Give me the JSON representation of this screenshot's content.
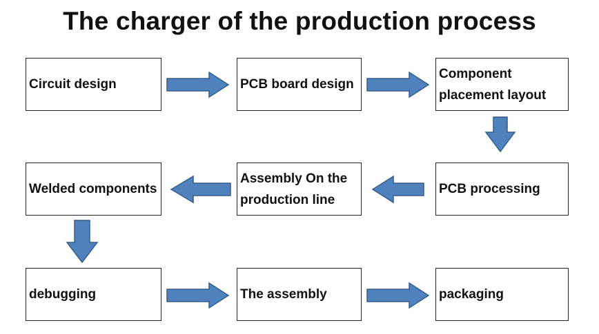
{
  "title": "The charger of the production process",
  "steps": [
    "Circuit design",
    "PCB board design",
    "Component placement layout",
    "PCB processing",
    "Assembly On the production line",
    "Welded components",
    "debugging",
    "The assembly",
    "packaging"
  ],
  "colors": {
    "arrow_fill": "#4f81bd",
    "arrow_stroke": "#375d8c",
    "box_border": "#222222"
  }
}
